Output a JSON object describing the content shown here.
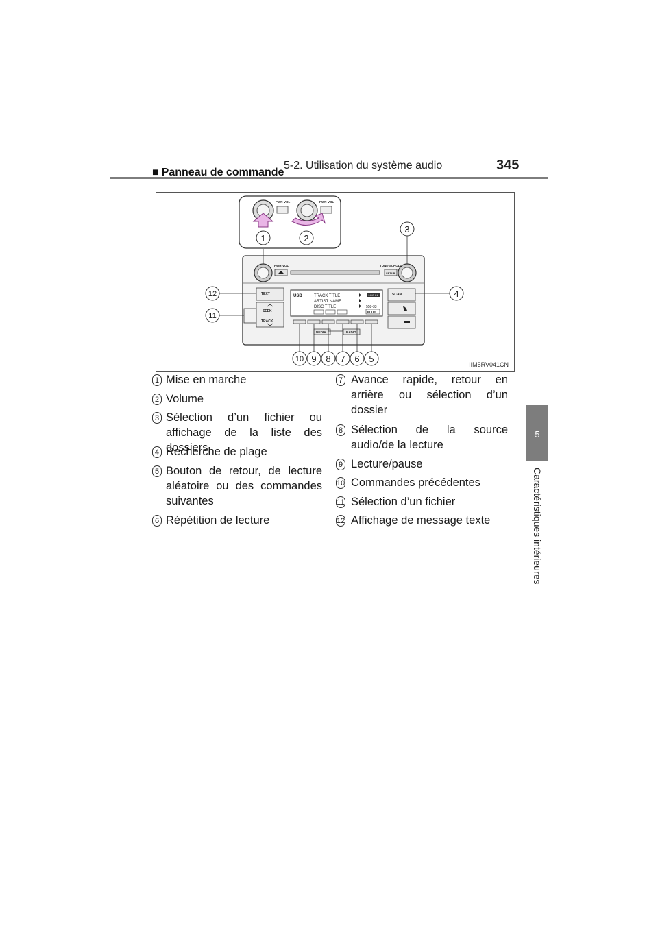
{
  "header": {
    "section": "5-2. Utilisation du système audio",
    "page_number": "345"
  },
  "side_tab": {
    "number": "5",
    "label": "Caractéristiques intérieures"
  },
  "section_title": "Panneau de commande",
  "figure": {
    "code": "IIM5RV041CN",
    "callouts": [
      "1",
      "2",
      "3",
      "4",
      "5",
      "6",
      "7",
      "8",
      "9",
      "10",
      "11",
      "12"
    ],
    "panel_labels": {
      "pwr_vol": "PWR·VOL",
      "tune_scroll": "TUNE·SCROLL",
      "setup": "SETUP",
      "text": "TEXT",
      "seek": "SEEK",
      "track": "TRACK",
      "scan": "SCAN",
      "media": "MEDIA",
      "radio": "RADIO"
    },
    "display": {
      "source": "USB",
      "track_title": "TRACK TITLE",
      "artist_name": "ARTIST NAME",
      "disc_title": "DISC TITLE",
      "badge_top": "LOG IN",
      "number": "558-33",
      "plus": "PLUS"
    }
  },
  "legend": [
    {
      "num": "1",
      "text": "Mise en marche"
    },
    {
      "num": "2",
      "text": "Volume"
    },
    {
      "num": "3",
      "text": "Sélection d’un fichier ou affichage de la liste des dossiers"
    },
    {
      "num": "4",
      "text": "Recherche de plage"
    },
    {
      "num": "5",
      "text": "Bouton de retour, de lecture aléatoire ou des commandes suivantes"
    },
    {
      "num": "6",
      "text": "Répétition de lecture"
    },
    {
      "num": "7",
      "text": "Avance rapide, retour en arrière ou sélection d’un dossier"
    },
    {
      "num": "8",
      "text": "Sélection de la source audio/de la lecture"
    },
    {
      "num": "9",
      "text": "Lecture/pause"
    },
    {
      "num": "10",
      "text": "Commandes précédentes"
    },
    {
      "num": "11",
      "text": "Sélection d’un fichier"
    },
    {
      "num": "12",
      "text": "Affichage de message texte"
    }
  ]
}
